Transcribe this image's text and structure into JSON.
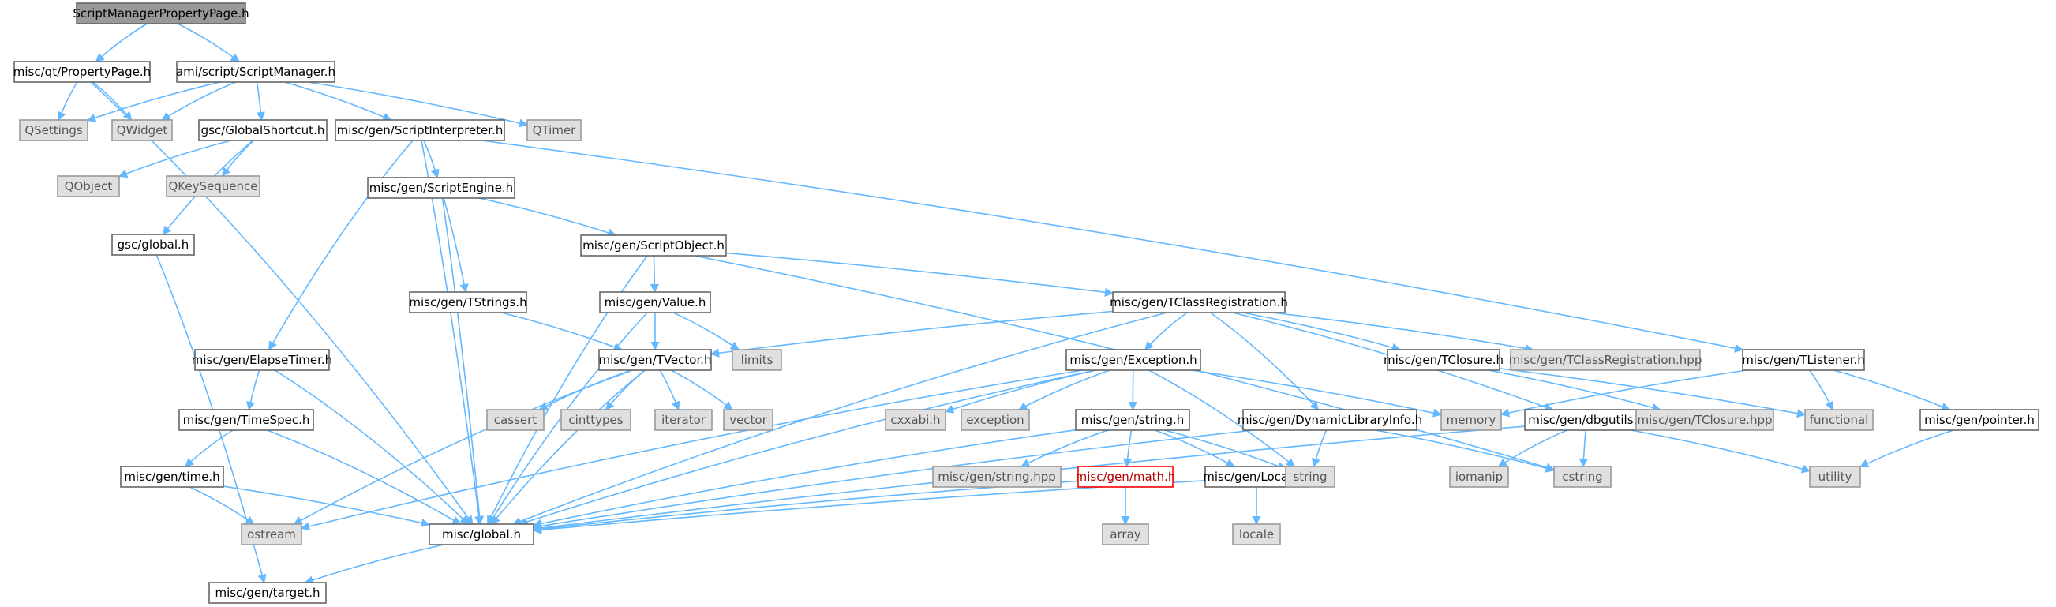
{
  "graph": {
    "nodes": [
      {
        "id": "root",
        "label": "ScriptManagerPropertyPage.h",
        "kind": "root"
      },
      {
        "id": "propertypage",
        "label": "misc/qt/PropertyPage.h",
        "kind": "file"
      },
      {
        "id": "scriptmanager",
        "label": "ami/script/ScriptManager.h",
        "kind": "file"
      },
      {
        "id": "qsettings",
        "label": "QSettings",
        "kind": "ext"
      },
      {
        "id": "qwidget",
        "label": "QWidget",
        "kind": "ext"
      },
      {
        "id": "globalshortcut",
        "label": "gsc/GlobalShortcut.h",
        "kind": "file"
      },
      {
        "id": "scriptinterpreter",
        "label": "misc/gen/ScriptInterpreter.h",
        "kind": "file"
      },
      {
        "id": "qtimer",
        "label": "QTimer",
        "kind": "ext"
      },
      {
        "id": "qobject",
        "label": "QObject",
        "kind": "ext"
      },
      {
        "id": "qkeysequence",
        "label": "QKeySequence",
        "kind": "ext"
      },
      {
        "id": "gscglobal",
        "label": "gsc/global.h",
        "kind": "file"
      },
      {
        "id": "scriptengine",
        "label": "misc/gen/ScriptEngine.h",
        "kind": "file"
      },
      {
        "id": "scriptobject",
        "label": "misc/gen/ScriptObject.h",
        "kind": "file"
      },
      {
        "id": "tstrings",
        "label": "misc/gen/TStrings.h",
        "kind": "file"
      },
      {
        "id": "value",
        "label": "misc/gen/Value.h",
        "kind": "file"
      },
      {
        "id": "tclassreg",
        "label": "misc/gen/TClassRegistration.h",
        "kind": "file"
      },
      {
        "id": "elapsetimer",
        "label": "misc/gen/ElapseTimer.h",
        "kind": "file"
      },
      {
        "id": "tvector",
        "label": "misc/gen/TVector.h",
        "kind": "file"
      },
      {
        "id": "limits",
        "label": "limits",
        "kind": "ext"
      },
      {
        "id": "exception_h",
        "label": "misc/gen/Exception.h",
        "kind": "file"
      },
      {
        "id": "tclosure",
        "label": "misc/gen/TClosure.h",
        "kind": "file"
      },
      {
        "id": "tclassreghpp",
        "label": "misc/gen/TClassRegistration.hpp",
        "kind": "ext"
      },
      {
        "id": "tlistener",
        "label": "misc/gen/TListener.h",
        "kind": "file"
      },
      {
        "id": "timespec",
        "label": "misc/gen/TimeSpec.h",
        "kind": "file"
      },
      {
        "id": "cassert",
        "label": "cassert",
        "kind": "ext"
      },
      {
        "id": "cinttypes",
        "label": "cinttypes",
        "kind": "ext"
      },
      {
        "id": "iterator",
        "label": "iterator",
        "kind": "ext"
      },
      {
        "id": "vector",
        "label": "vector",
        "kind": "ext"
      },
      {
        "id": "cxxabi",
        "label": "cxxabi.h",
        "kind": "ext"
      },
      {
        "id": "exception",
        "label": "exception",
        "kind": "ext"
      },
      {
        "id": "memory",
        "label": "memory",
        "kind": "ext"
      },
      {
        "id": "dyninfo",
        "label": "misc/gen/DynamicLibraryInfo.h",
        "kind": "file"
      },
      {
        "id": "dbgutils",
        "label": "misc/gen/dbgutils.h",
        "kind": "file"
      },
      {
        "id": "tclosurehpp",
        "label": "misc/gen/TClosure.hpp",
        "kind": "ext"
      },
      {
        "id": "functional",
        "label": "functional",
        "kind": "ext"
      },
      {
        "id": "pointer",
        "label": "misc/gen/pointer.h",
        "kind": "file"
      },
      {
        "id": "gstring",
        "label": "misc/gen/string.h",
        "kind": "file"
      },
      {
        "id": "time",
        "label": "misc/gen/time.h",
        "kind": "file"
      },
      {
        "id": "stringhpp",
        "label": "misc/gen/string.hpp",
        "kind": "ext"
      },
      {
        "id": "math",
        "label": "misc/gen/math.h",
        "kind": "warn"
      },
      {
        "id": "locale_h",
        "label": "misc/gen/Locale.h",
        "kind": "file"
      },
      {
        "id": "string",
        "label": "string",
        "kind": "ext"
      },
      {
        "id": "iomanip",
        "label": "iomanip",
        "kind": "ext"
      },
      {
        "id": "cstring",
        "label": "cstring",
        "kind": "ext"
      },
      {
        "id": "utility",
        "label": "utility",
        "kind": "ext"
      },
      {
        "id": "ostream",
        "label": "ostream",
        "kind": "ext"
      },
      {
        "id": "miscglobal",
        "label": "misc/global.h",
        "kind": "file"
      },
      {
        "id": "array",
        "label": "array",
        "kind": "ext"
      },
      {
        "id": "locale",
        "label": "locale",
        "kind": "ext"
      },
      {
        "id": "target",
        "label": "misc/gen/target.h",
        "kind": "file"
      }
    ],
    "edges": [
      [
        "root",
        "propertypage"
      ],
      [
        "root",
        "scriptmanager"
      ],
      [
        "propertypage",
        "qsettings"
      ],
      [
        "propertypage",
        "qwidget"
      ],
      [
        "propertypage",
        "miscglobal"
      ],
      [
        "scriptmanager",
        "qsettings"
      ],
      [
        "scriptmanager",
        "qwidget"
      ],
      [
        "scriptmanager",
        "globalshortcut"
      ],
      [
        "scriptmanager",
        "scriptinterpreter"
      ],
      [
        "scriptmanager",
        "qtimer"
      ],
      [
        "globalshortcut",
        "qobject"
      ],
      [
        "globalshortcut",
        "qkeysequence"
      ],
      [
        "globalshortcut",
        "gscglobal"
      ],
      [
        "gscglobal",
        "target"
      ],
      [
        "scriptinterpreter",
        "scriptengine"
      ],
      [
        "scriptinterpreter",
        "elapsetimer"
      ],
      [
        "scriptinterpreter",
        "miscglobal"
      ],
      [
        "scriptinterpreter",
        "tlistener"
      ],
      [
        "scriptengine",
        "scriptobject"
      ],
      [
        "scriptengine",
        "tstrings"
      ],
      [
        "scriptengine",
        "miscglobal"
      ],
      [
        "scriptobject",
        "value"
      ],
      [
        "scriptobject",
        "tclassreg"
      ],
      [
        "scriptobject",
        "miscglobal"
      ],
      [
        "scriptobject",
        "cstring"
      ],
      [
        "tstrings",
        "tvector"
      ],
      [
        "value",
        "tvector"
      ],
      [
        "value",
        "limits"
      ],
      [
        "value",
        "miscglobal"
      ],
      [
        "tclassreg",
        "tvector"
      ],
      [
        "tclassreg",
        "exception_h"
      ],
      [
        "tclassreg",
        "tclosure"
      ],
      [
        "tclassreg",
        "tclassreghpp"
      ],
      [
        "tclassreg",
        "dyninfo"
      ],
      [
        "tclassreg",
        "dbgutils"
      ],
      [
        "tclassreg",
        "miscglobal"
      ],
      [
        "elapsetimer",
        "timespec"
      ],
      [
        "elapsetimer",
        "miscglobal"
      ],
      [
        "timespec",
        "time"
      ],
      [
        "timespec",
        "miscglobal"
      ],
      [
        "time",
        "ostream"
      ],
      [
        "time",
        "miscglobal"
      ],
      [
        "tvector",
        "cassert"
      ],
      [
        "tvector",
        "cinttypes"
      ],
      [
        "tvector",
        "iterator"
      ],
      [
        "tvector",
        "vector"
      ],
      [
        "tvector",
        "miscglobal"
      ],
      [
        "tvector",
        "ostream"
      ],
      [
        "exception_h",
        "cxxabi"
      ],
      [
        "exception_h",
        "exception"
      ],
      [
        "exception_h",
        "memory"
      ],
      [
        "exception_h",
        "gstring"
      ],
      [
        "exception_h",
        "string"
      ],
      [
        "exception_h",
        "miscglobal"
      ],
      [
        "exception_h",
        "ostream"
      ],
      [
        "tclosure",
        "tclosurehpp"
      ],
      [
        "tclosure",
        "functional"
      ],
      [
        "tlistener",
        "functional"
      ],
      [
        "tlistener",
        "memory"
      ],
      [
        "tlistener",
        "pointer"
      ],
      [
        "pointer",
        "utility"
      ],
      [
        "dyninfo",
        "string"
      ],
      [
        "dyninfo",
        "cstring"
      ],
      [
        "dyninfo",
        "miscglobal"
      ],
      [
        "dbgutils",
        "iomanip"
      ],
      [
        "dbgutils",
        "cstring"
      ],
      [
        "dbgutils",
        "utility"
      ],
      [
        "dbgutils",
        "miscglobal"
      ],
      [
        "gstring",
        "stringhpp"
      ],
      [
        "gstring",
        "math"
      ],
      [
        "gstring",
        "locale_h"
      ],
      [
        "gstring",
        "string"
      ],
      [
        "gstring",
        "miscglobal"
      ],
      [
        "math",
        "array"
      ],
      [
        "math",
        "miscglobal"
      ],
      [
        "locale_h",
        "locale"
      ],
      [
        "locale_h",
        "miscglobal"
      ],
      [
        "miscglobal",
        "target"
      ]
    ]
  },
  "colors": {
    "edge": "#63b8ff",
    "file_fill": "#ffffff",
    "ext_fill": "#e0e0e0",
    "root_fill": "#999999",
    "warn_border": "#ff0000"
  }
}
